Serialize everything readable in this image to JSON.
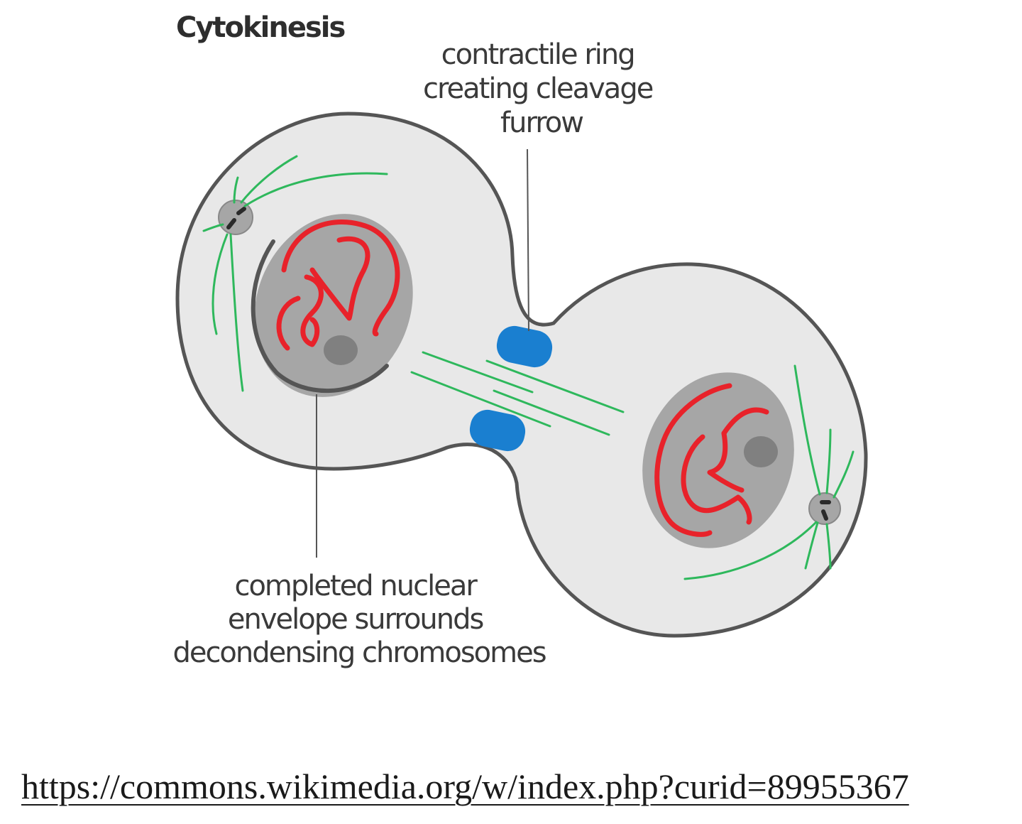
{
  "title": "Cytokinesis",
  "labels": {
    "contractile_ring": [
      "contractile ring",
      "creating cleavage",
      "furrow"
    ],
    "nuclear_envelope": [
      "completed nuclear",
      "envelope surrounds",
      "decondensing chromosomes"
    ]
  },
  "source_url": "https://commons.wikimedia.org/w/index.php?curid=89955367",
  "colors": {
    "cell_fill": "#e8e8e8",
    "cell_outline": "#555555",
    "nucleus": "#a6a6a6",
    "nucleolus": "#808080",
    "chromosome": "#e8222a",
    "microtubule": "#2eb85c",
    "contractile_ring": "#1a7fd0",
    "leader_line": "#555555"
  }
}
